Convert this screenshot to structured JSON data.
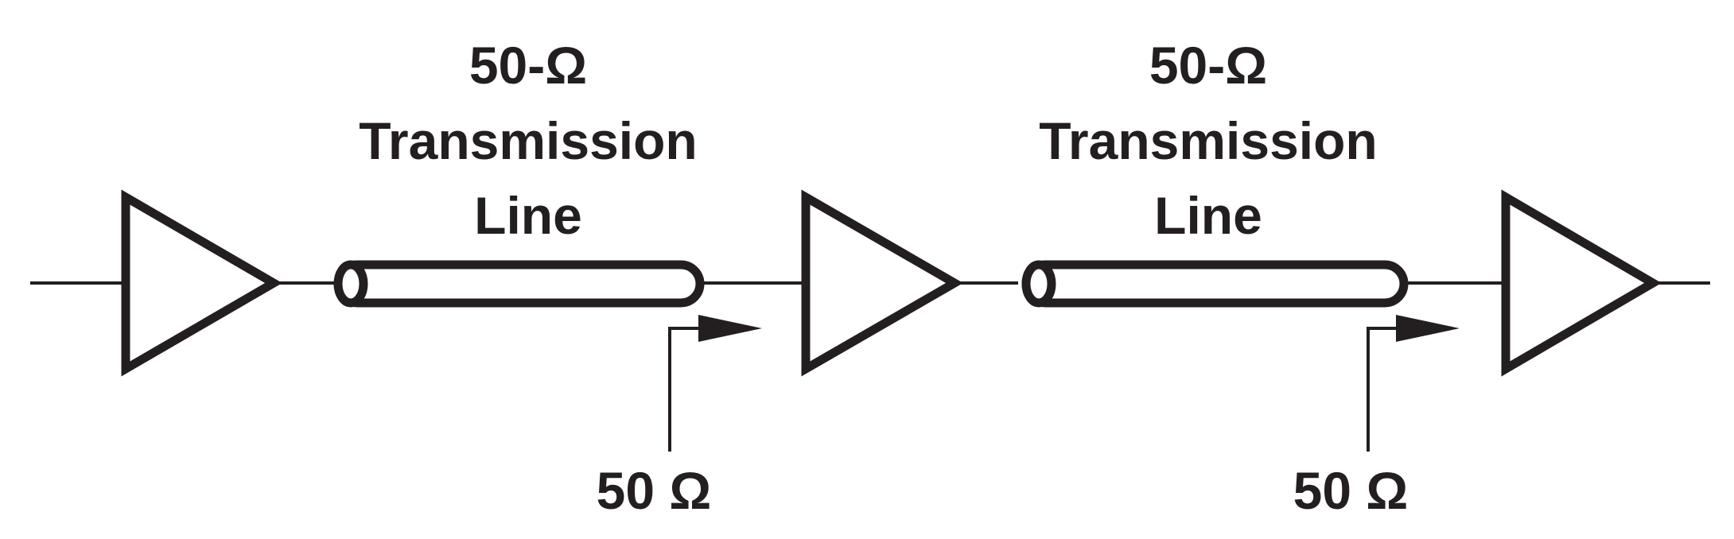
{
  "line_1": {
    "impedance_label": "50-Ω",
    "name_line1": "Transmission",
    "name_line2": "Line",
    "termination_label": "50 Ω"
  },
  "line_2": {
    "impedance_label": "50-Ω",
    "name_line1": "Transmission",
    "name_line2": "Line",
    "termination_label": "50 Ω"
  }
}
